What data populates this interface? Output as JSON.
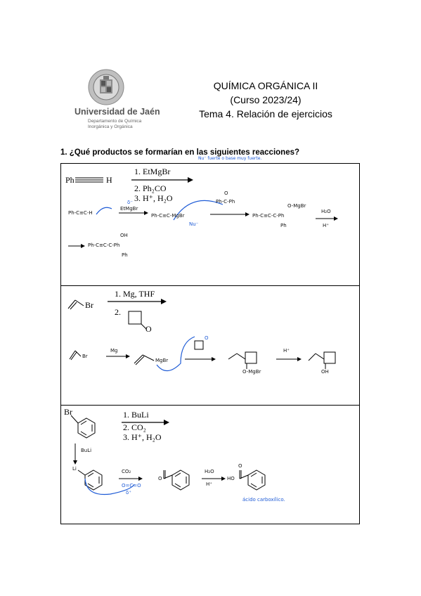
{
  "header": {
    "course_title": "QUÍMICA ORGÁNICA II",
    "course_year": "(Curso 2023/24)",
    "topic": "Tema 4. Relación de ejercicios"
  },
  "logo": {
    "university": "Universidad de Jaén",
    "department_line1": "Departamento de Química",
    "department_line2": "Inorgánica y Orgánica"
  },
  "question": {
    "number": "1.",
    "text": "¿Qué productos se formarían en las siguientes reacciones?"
  },
  "panel1": {
    "reactant_ph": "Ph",
    "reactant_h": "H",
    "step1": "1. EtMgBr",
    "step2": "2. Ph₂CO",
    "step3": "3. H⁺, H₂O",
    "note_blue": "Nu⁻ fuerte o base muy fuerte.",
    "hw_start": "Ph-C≡C-H",
    "hw_reagent": "EtMgBr",
    "hw_delta_minus": "δ⁻",
    "hw_intermediate": "Ph-C≡C-MgBr",
    "hw_nu": "Nu⁻",
    "hw_ketone": "Ph-C-Ph",
    "hw_ketone_o": "O",
    "hw_alkoxide": "Ph-C≡C-C-Ph",
    "hw_omgbr": "O-MgBr",
    "hw_ph_below": "Ph",
    "hw_h2o": "H₂O",
    "hw_hplus": "H⁺",
    "hw_product": "Ph-C≡C-C-Ph",
    "hw_oh": "OH",
    "hw_ph_below2": "Ph"
  },
  "panel2": {
    "br": "Br",
    "step1": "1. Mg, THF",
    "step2": "2.",
    "ketone_o": "O",
    "hw_mg": "Mg",
    "hw_br": "Br",
    "hw_mgbr": "MgBr",
    "hw_o_minus": "O",
    "hw_omgbr": "O-MgBr",
    "hw_hplus": "H⁺",
    "hw_oh": "OH"
  },
  "panel3": {
    "br": "Br",
    "step1": "1. BuLi",
    "step2": "2. CO₂",
    "step3": "3. H⁺, H₂O",
    "hw_buli": "BuLi",
    "hw_li": "Li",
    "hw_co2": "CO₂",
    "hw_oco": "O=C=O",
    "hw_delta": "δ⁺",
    "hw_carboxylate": "O",
    "hw_h2o": "H₂O",
    "hw_hplus": "H⁺",
    "hw_ho": "HO",
    "hw_o": "O",
    "hw_note": "ácido carboxílico."
  }
}
